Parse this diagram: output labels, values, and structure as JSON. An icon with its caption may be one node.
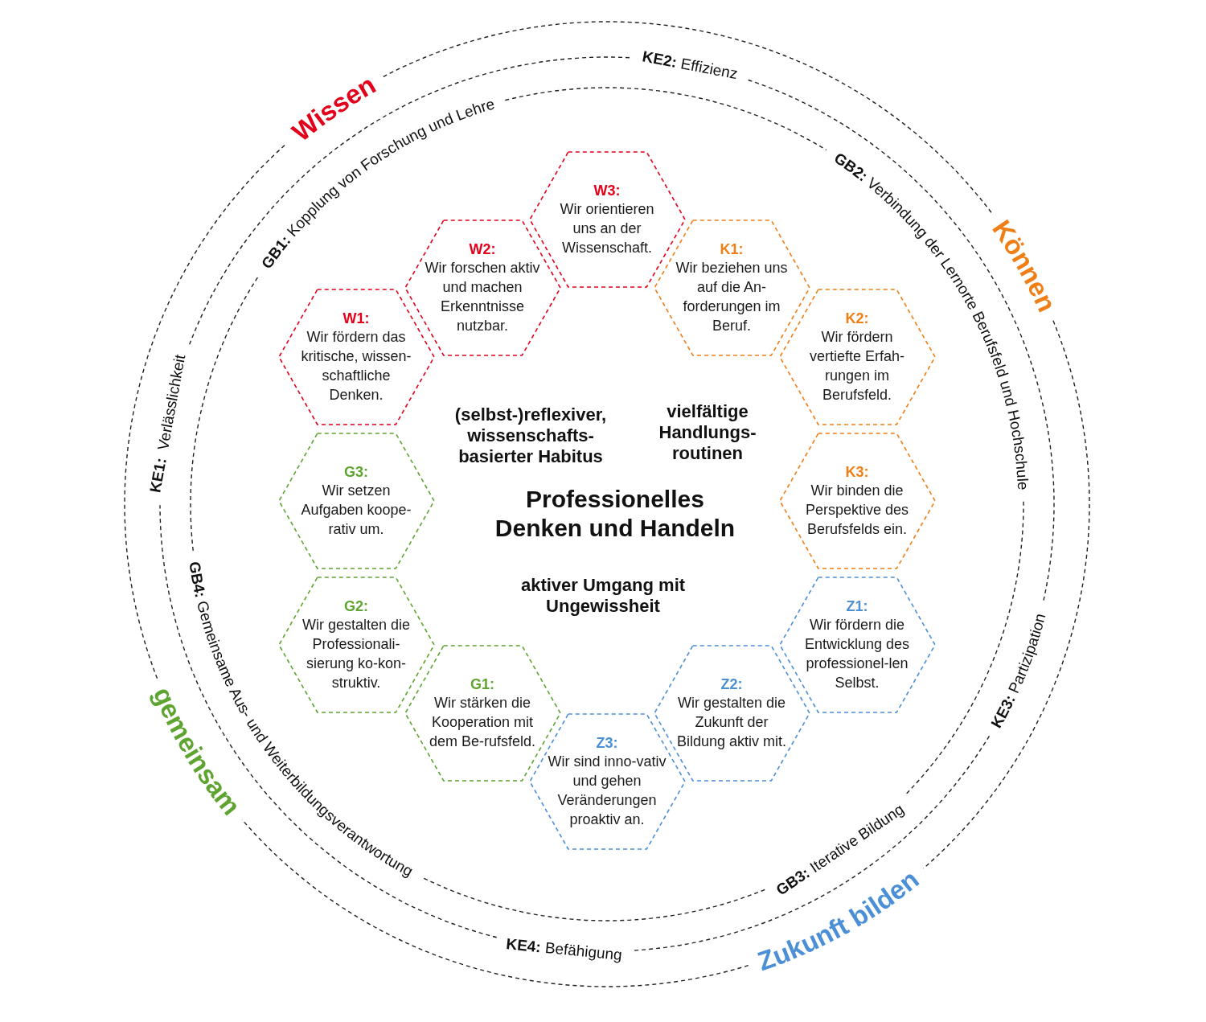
{
  "diagram": {
    "nodes": [
      {
        "text": [
          "W1:",
          "Wir fördern das kritische, wissen-schaftliche Denken."
        ]
      },
      {
        "text": [
          "W2:",
          "Wir forschen aktiv und machen Erkenntnisse nutzbar."
        ]
      },
      {
        "text": [
          "W3:",
          "Wir orientieren uns an der Wissenschaft."
        ]
      },
      {
        "text": [
          "K1:",
          "Wir beziehen uns auf die An-forderungen im Beruf."
        ]
      },
      {
        "text": [
          "K2:",
          "Wir fördern vertiefte Erfah-rungen im Berufsfeld."
        ]
      },
      {
        "text": [
          "K3:",
          "Wir binden die Perspektive des Berufsfelds ein."
        ]
      },
      {
        "text": [
          "Z1:",
          "Wir fördern die Entwicklung des professionel-len Selbst."
        ]
      },
      {
        "text": [
          "Z2:",
          "Wir gestalten die Zukunft der Bildung aktiv mit."
        ]
      },
      {
        "text": [
          "Z3:",
          "Wir sind inno-vativ und gehen Veränderungen proaktiv an."
        ]
      },
      {
        "text": [
          "G1:",
          "Wir stärken die Kooperation mit dem Be-rufsfeld."
        ]
      },
      {
        "text": [
          "G2:",
          "Wir gestalten die Professionali-sierung ko-kon-struktiv."
        ]
      },
      {
        "text": [
          "G3:",
          "Wir setzen Aufgaben koope-rativ um."
        ]
      }
    ],
    "labels": [
      "Wissen",
      "**KE2:** Effizienz",
      "**GB1:** Kopplung von Forschung und Lehre",
      "**GB2:** Verbindung der Lernorte Berufsfeld und Hochschule",
      "Können",
      "**KE1:** Verlässlichkeit",
      "(selbst-)reflexiver, wissenschafts-basierter Habitus",
      "vielfältige Handlungs-routinen",
      "Professionelles Denken und Handeln",
      "aktiver Umgang mit Ungewissheit",
      "**GB4:** Gemeinsame Aus- und Weiterbildungsverantwortung",
      "**KE3:** Partizipation",
      "gemeinsam",
      "**GB3:** Iterative Bildung",
      "Zukunft bilden",
      "**KE4:** Befähigung"
    ]
  }
}
